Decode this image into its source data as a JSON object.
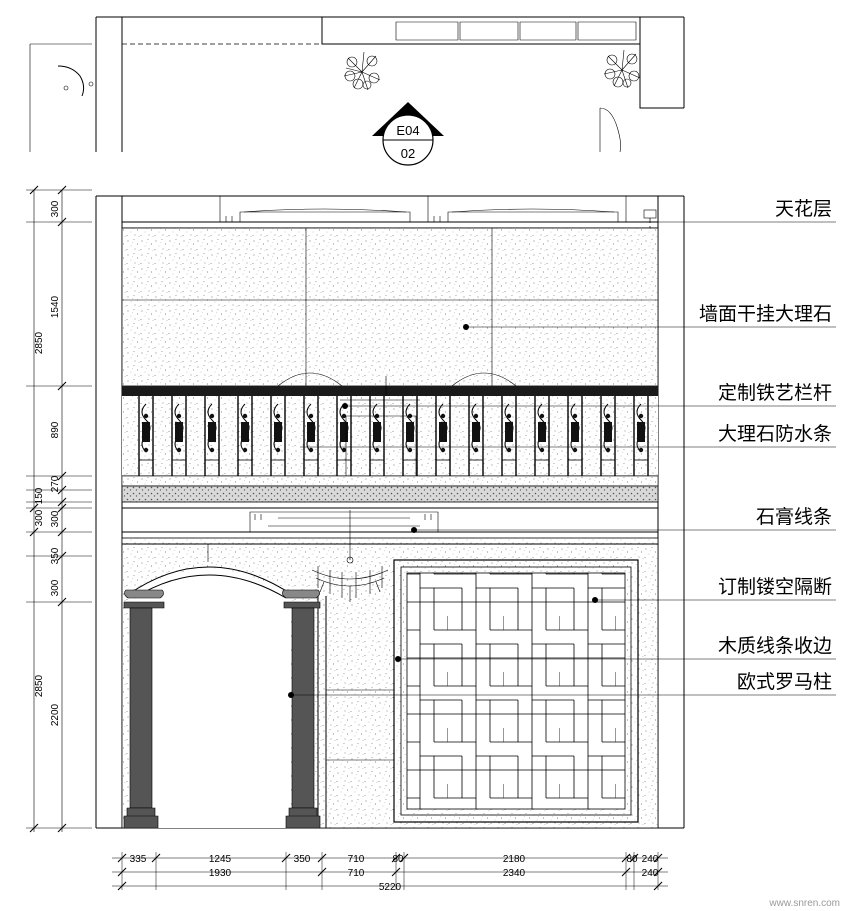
{
  "section_tag": {
    "top": "E04",
    "bottom": "02"
  },
  "labels": [
    {
      "id": "ceiling",
      "text": "天花层"
    },
    {
      "id": "marble-wall",
      "text": "墙面干挂大理石"
    },
    {
      "id": "iron-railing",
      "text": "定制铁艺栏杆"
    },
    {
      "id": "marble-waterproof",
      "text": "大理石防水条"
    },
    {
      "id": "gypsum-molding",
      "text": "石膏线条"
    },
    {
      "id": "hollow-partition",
      "text": "订制镂空隔断"
    },
    {
      "id": "wood-trim",
      "text": "木质线条收边"
    },
    {
      "id": "roman-column",
      "text": "欧式罗马柱"
    }
  ],
  "left_dimensions": {
    "inner": [
      "300",
      "1540",
      "890",
      "270",
      "150",
      "300",
      "350",
      "300",
      "2200"
    ],
    "outer": [
      "2850",
      "300",
      "2850"
    ]
  },
  "bottom_dimensions": {
    "row1": [
      "335",
      "1245",
      "350",
      "710",
      "80",
      "2180",
      "80",
      "240"
    ],
    "row2": [
      "1930",
      "710",
      "2340",
      "240"
    ],
    "row3": [
      "5220"
    ]
  },
  "watermark": "www.snren.com"
}
